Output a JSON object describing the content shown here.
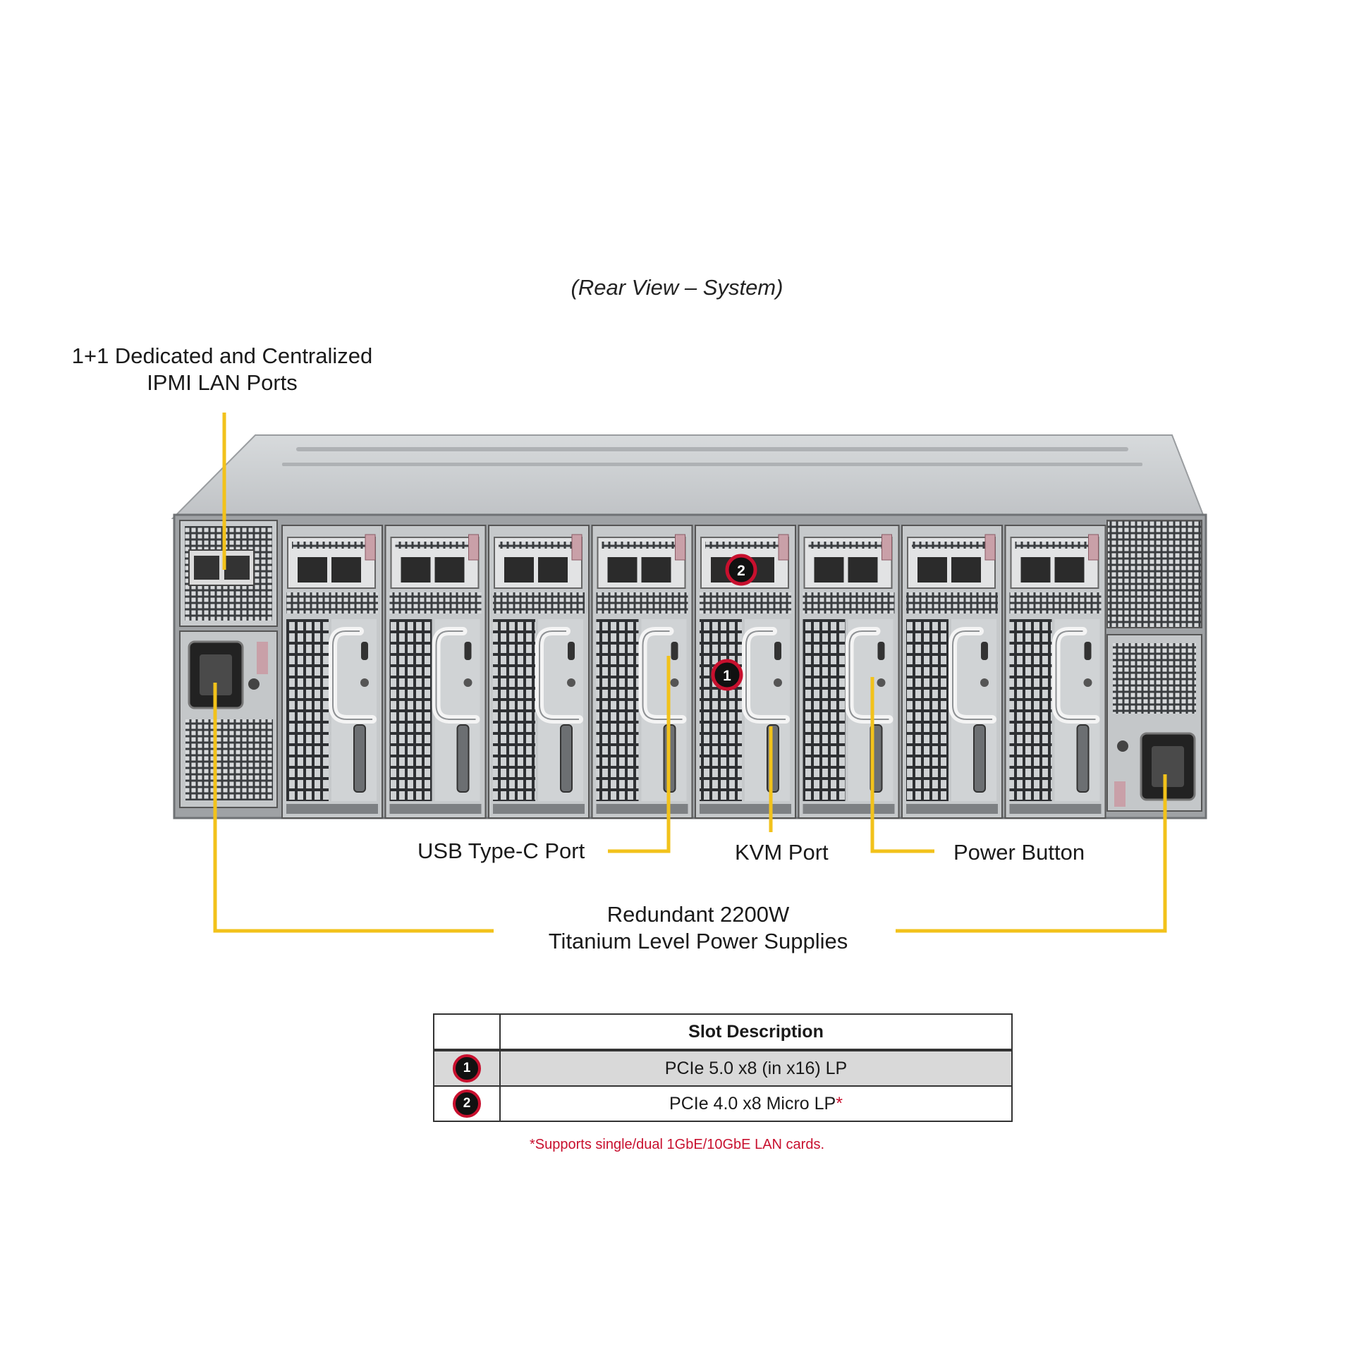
{
  "caption": "(Rear View – System)",
  "labels": {
    "ipmi_line1": "1+1 Dedicated and Centralized",
    "ipmi_line2": "IPMI LAN Ports",
    "usb": "USB Type-C Port",
    "kvm": "KVM Port",
    "power_button": "Power Button",
    "psu_line1": "Redundant 2200W",
    "psu_line2": "Titanium Level Power Supplies"
  },
  "callouts": {
    "slot1": "1",
    "slot2": "2"
  },
  "table": {
    "header": "Slot Description",
    "rows": [
      {
        "num": "1",
        "desc": "PCIe 5.0 x8 (in x16) LP",
        "mark": ""
      },
      {
        "num": "2",
        "desc": "PCIe 4.0 x8 Micro LP",
        "mark": "*"
      }
    ]
  },
  "footnote": "*Supports single/dual 1GbE/10GbE  LAN cards.",
  "colors": {
    "leader": "#f2c21b",
    "badge_ring": "#c8102e",
    "chassis": "#b9bcbf"
  }
}
